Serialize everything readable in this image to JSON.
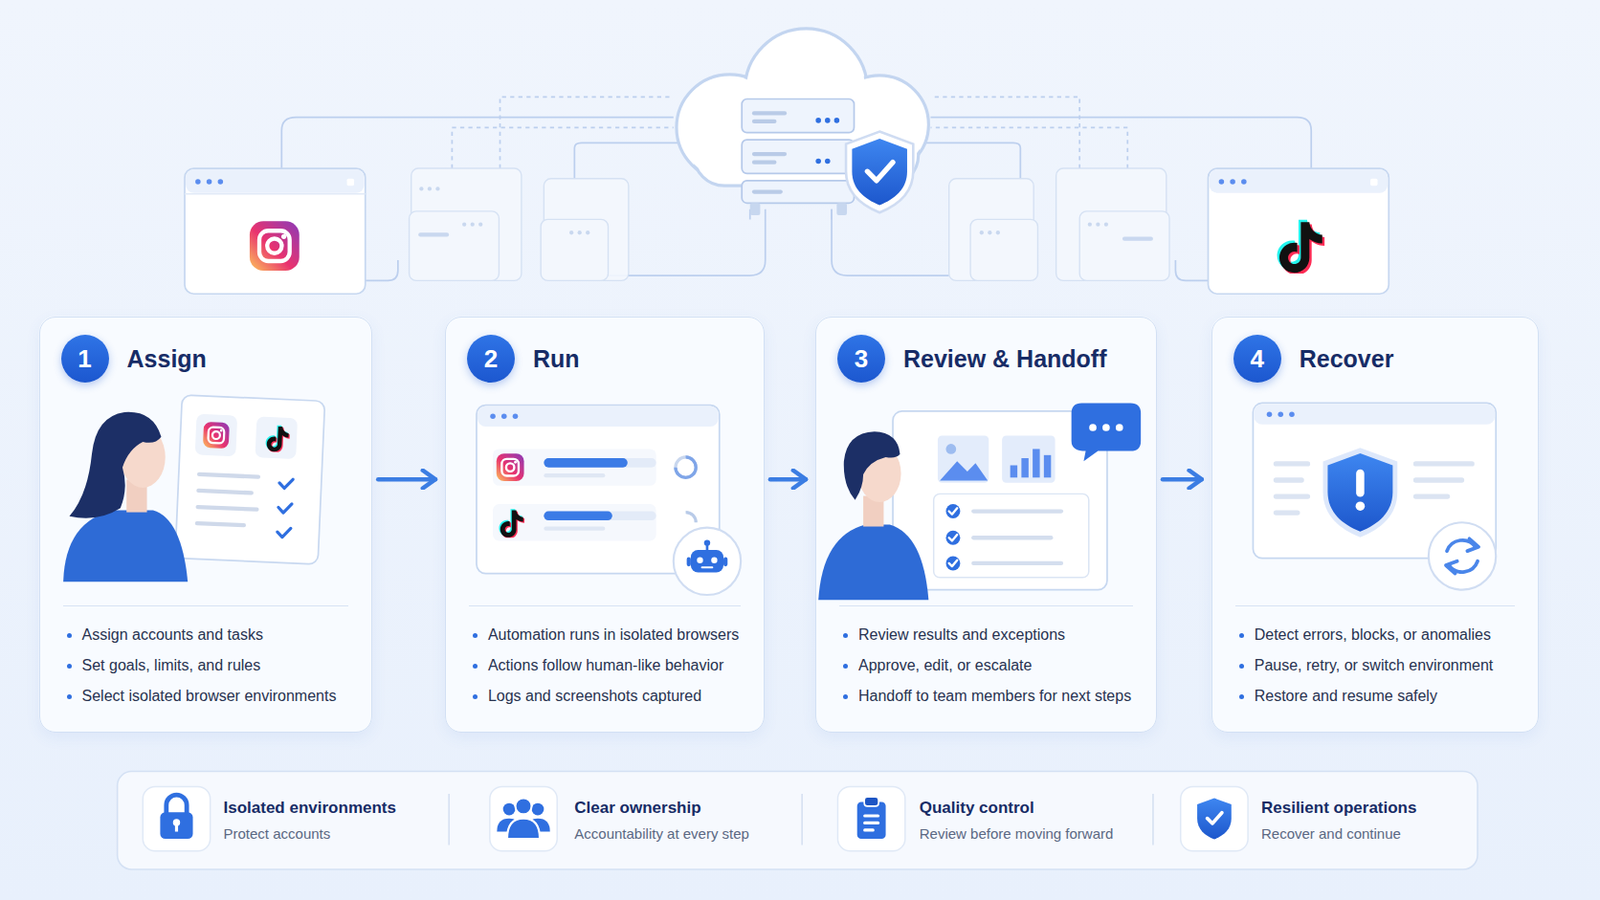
{
  "diagram": {
    "nodes": [
      {
        "text": [
          "Assign",
          "Assign accounts and tasks",
          "Set goals, limits, and rules",
          "Select isolated browser environments"
        ]
      },
      {
        "text": [
          "1"
        ],
        "in": 0
      },
      {
        "text": [
          "Run",
          "Automation runs in isolated browsers",
          "Actions follow human-like behavior",
          "Logs and screenshots captured"
        ]
      },
      {
        "text": [
          "2"
        ],
        "in": 2
      },
      {
        "text": [
          "Review & Handoff",
          "Review results and exceptions",
          "Approve, edit, or escalate",
          "Handoff to team members for next steps"
        ]
      },
      {
        "text": [
          "3"
        ],
        "in": 4
      },
      {
        "text": [
          "Recover",
          "Detect errors, blocks, or anomalies",
          "Pause, retry, or switch environment",
          "Restore and resume safely"
        ]
      },
      {
        "text": [
          "4"
        ],
        "in": 6
      },
      {
        "text": [
          "Isolated environments",
          "Protect accounts"
        ]
      },
      {
        "text": [
          "Clear ownership",
          "Accountability at every step"
        ]
      },
      {
        "text": [
          "Quality control",
          "Review before moving forward"
        ]
      },
      {
        "text": [
          "Resilient operations",
          "Recover and continue"
        ]
      }
    ],
    "edges": [
      {
        "from": 0,
        "to": 2,
        "arrow": "to"
      },
      {
        "from": 2,
        "to": 4,
        "arrow": "to"
      },
      {
        "from": 4,
        "to": 6,
        "arrow": "to"
      }
    ]
  }
}
